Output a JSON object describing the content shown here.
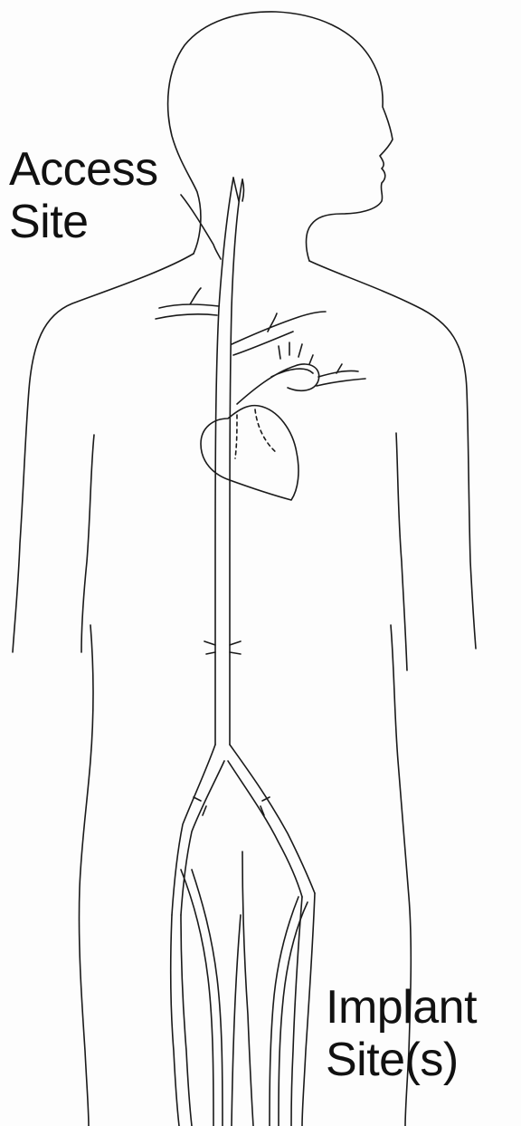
{
  "labels": {
    "access_line1": "Access",
    "access_line2": "Site",
    "implant_line1": "Implant",
    "implant_line2": "Site(s)"
  },
  "colors": {
    "line": "#1a1a1a",
    "background": "#fdfdfd",
    "text": "#111111"
  }
}
